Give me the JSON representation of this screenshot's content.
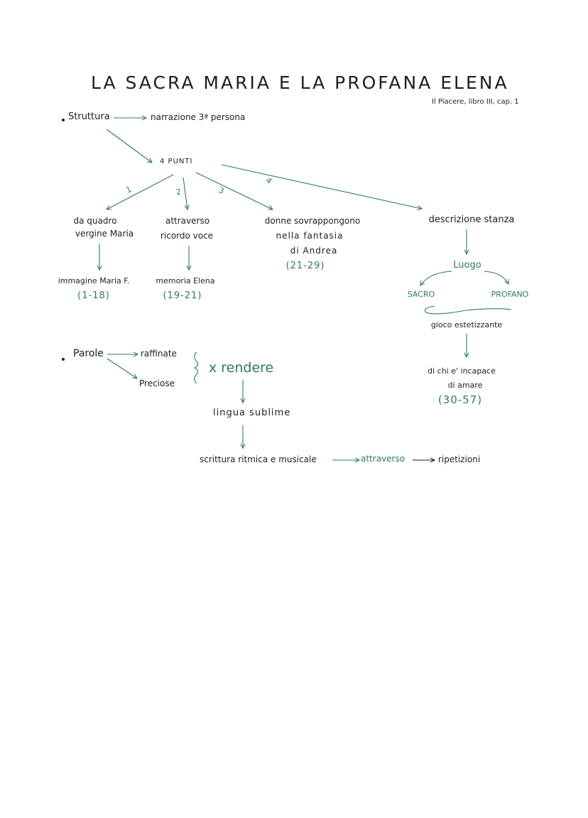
{
  "title": "LA SACRA MARIA E LA PROFANA ELENA",
  "subtitle": "Il Piacere, libro III, cap. 1",
  "colors": {
    "ink": "#1e1e1e",
    "accent": "#2e7d55"
  },
  "struttura": {
    "label": "Struttura",
    "narrazione": "narrazione 3ª persona",
    "punti": "4 PUNTI",
    "branch_numbers": [
      "1",
      "2",
      "3",
      "4"
    ],
    "branch1": {
      "line1": "da quadro",
      "line2": "vergine Maria",
      "result": "immagine Maria F.",
      "range": "(1-18)"
    },
    "branch2": {
      "line1": "attraverso",
      "line2": "ricordo voce",
      "result": "memoria Elena",
      "range": "(19-21)"
    },
    "branch3": {
      "line1": "donne sovrappongono",
      "line2": "nella fantasia",
      "line3": "di Andrea",
      "range": "(21-29)"
    },
    "branch4": {
      "label": "descrizione stanza",
      "luogo": "Luogo",
      "sacro": "SACRO",
      "profano": "PROFANO",
      "gioco": "gioco estetizzante",
      "line1": "di chi e' incapace",
      "line2": "di amare",
      "range": "(30-57)"
    }
  },
  "parole": {
    "label": "Parole",
    "raffinate": "raffinate",
    "preciose": "Preciose",
    "rendere": "x rendere",
    "lingua": "lingua sublime",
    "scrittura": "scrittura ritmica e musicale",
    "attraverso": "attraverso",
    "ripetizioni": "ripetizioni"
  }
}
